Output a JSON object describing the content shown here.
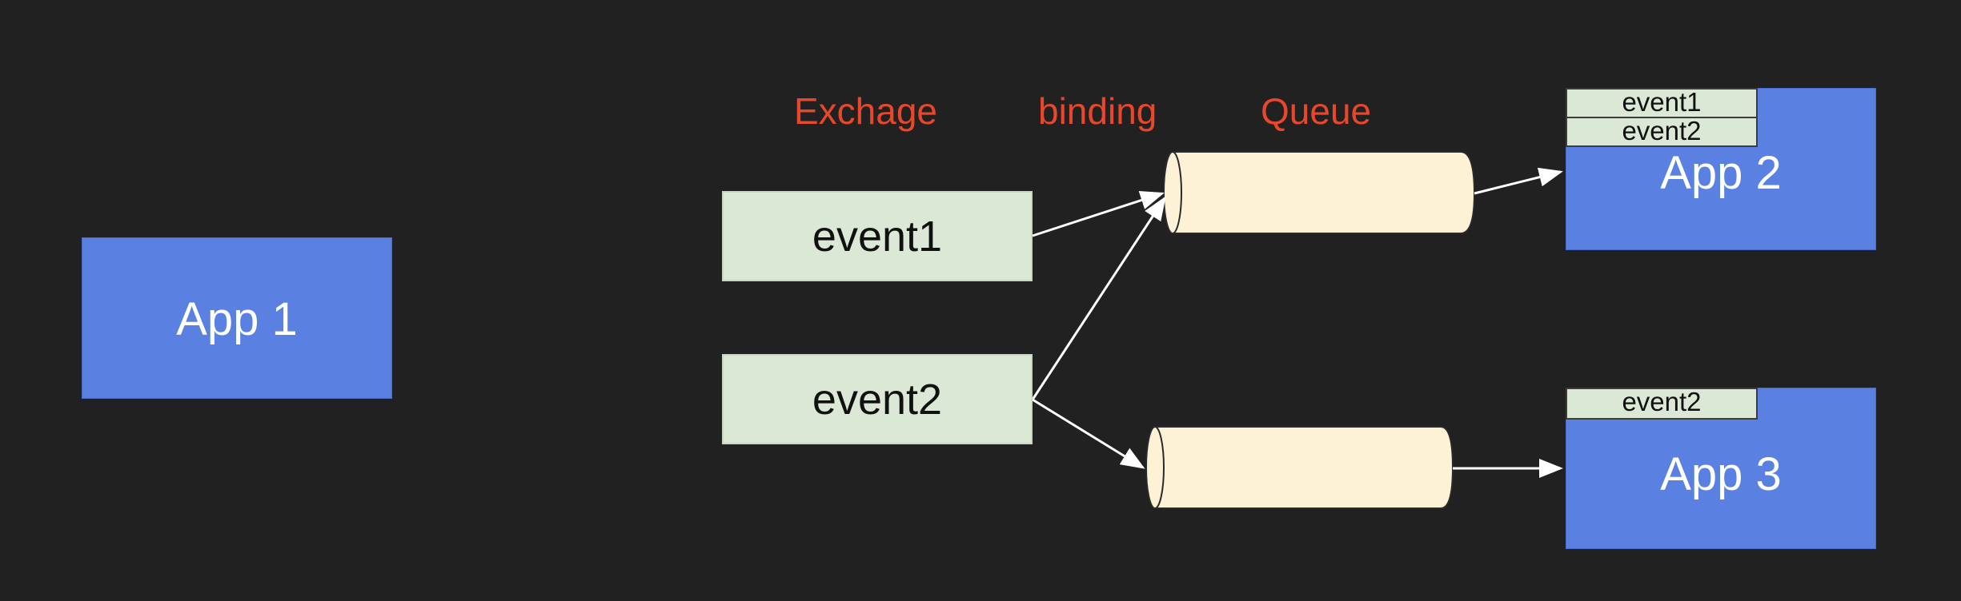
{
  "colors": {
    "background": "#212121",
    "header_text": "#e8472c",
    "app_box": "#5a80e2",
    "event_box": "#dce8d6",
    "queue_fill": "#fdf2d5",
    "arrow": "#ffffff"
  },
  "headers": {
    "exchange": "Exchage",
    "binding": "binding",
    "queue": "Queue"
  },
  "apps": {
    "app1": "App 1",
    "app2": "App 2",
    "app3": "App 3"
  },
  "exchange": {
    "event1": "event1",
    "event2": "event2"
  },
  "received": {
    "app2": [
      "event1",
      "event2"
    ],
    "app3": [
      "event2"
    ]
  }
}
